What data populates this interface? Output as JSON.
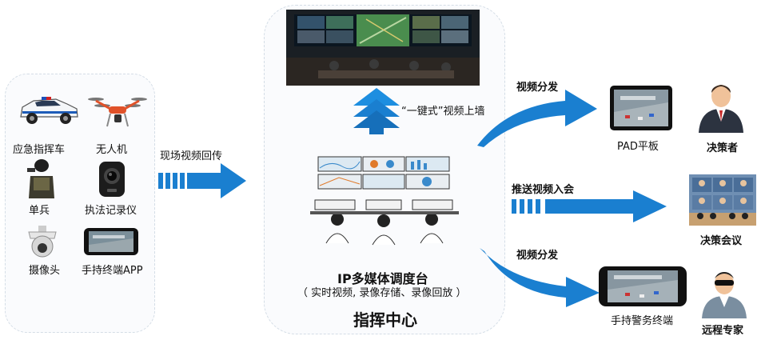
{
  "colors": {
    "arrow_blue": "#1a7fd0",
    "dark_blue": "#0f5ea8",
    "panel_border": "#d4dde6"
  },
  "sources": {
    "emergency_vehicle": "应急指挥车",
    "drone": "无人机",
    "soldier": "单兵",
    "law_recorder": "执法记录仪",
    "camera": "摄像头",
    "handheld_app": "手持终端APP"
  },
  "flow": {
    "backhaul_label": "现场视频回传",
    "one_key_label": "“一键式”视频上墙"
  },
  "center": {
    "platform_title": "IP多媒体调度台",
    "platform_sub": "（ 实时视频, 录像存储、录像回放 ）",
    "command_center": "指挥中心"
  },
  "outputs": {
    "video_dist_top": "视频分发",
    "push_meeting": "推送视频入会",
    "video_dist_bottom": "视频分发",
    "pad_label": "PAD平板",
    "decision_maker": "决策者",
    "decision_meeting": "决策会议",
    "handheld_terminal": "手持警务终端",
    "remote_expert": "远程专家"
  }
}
